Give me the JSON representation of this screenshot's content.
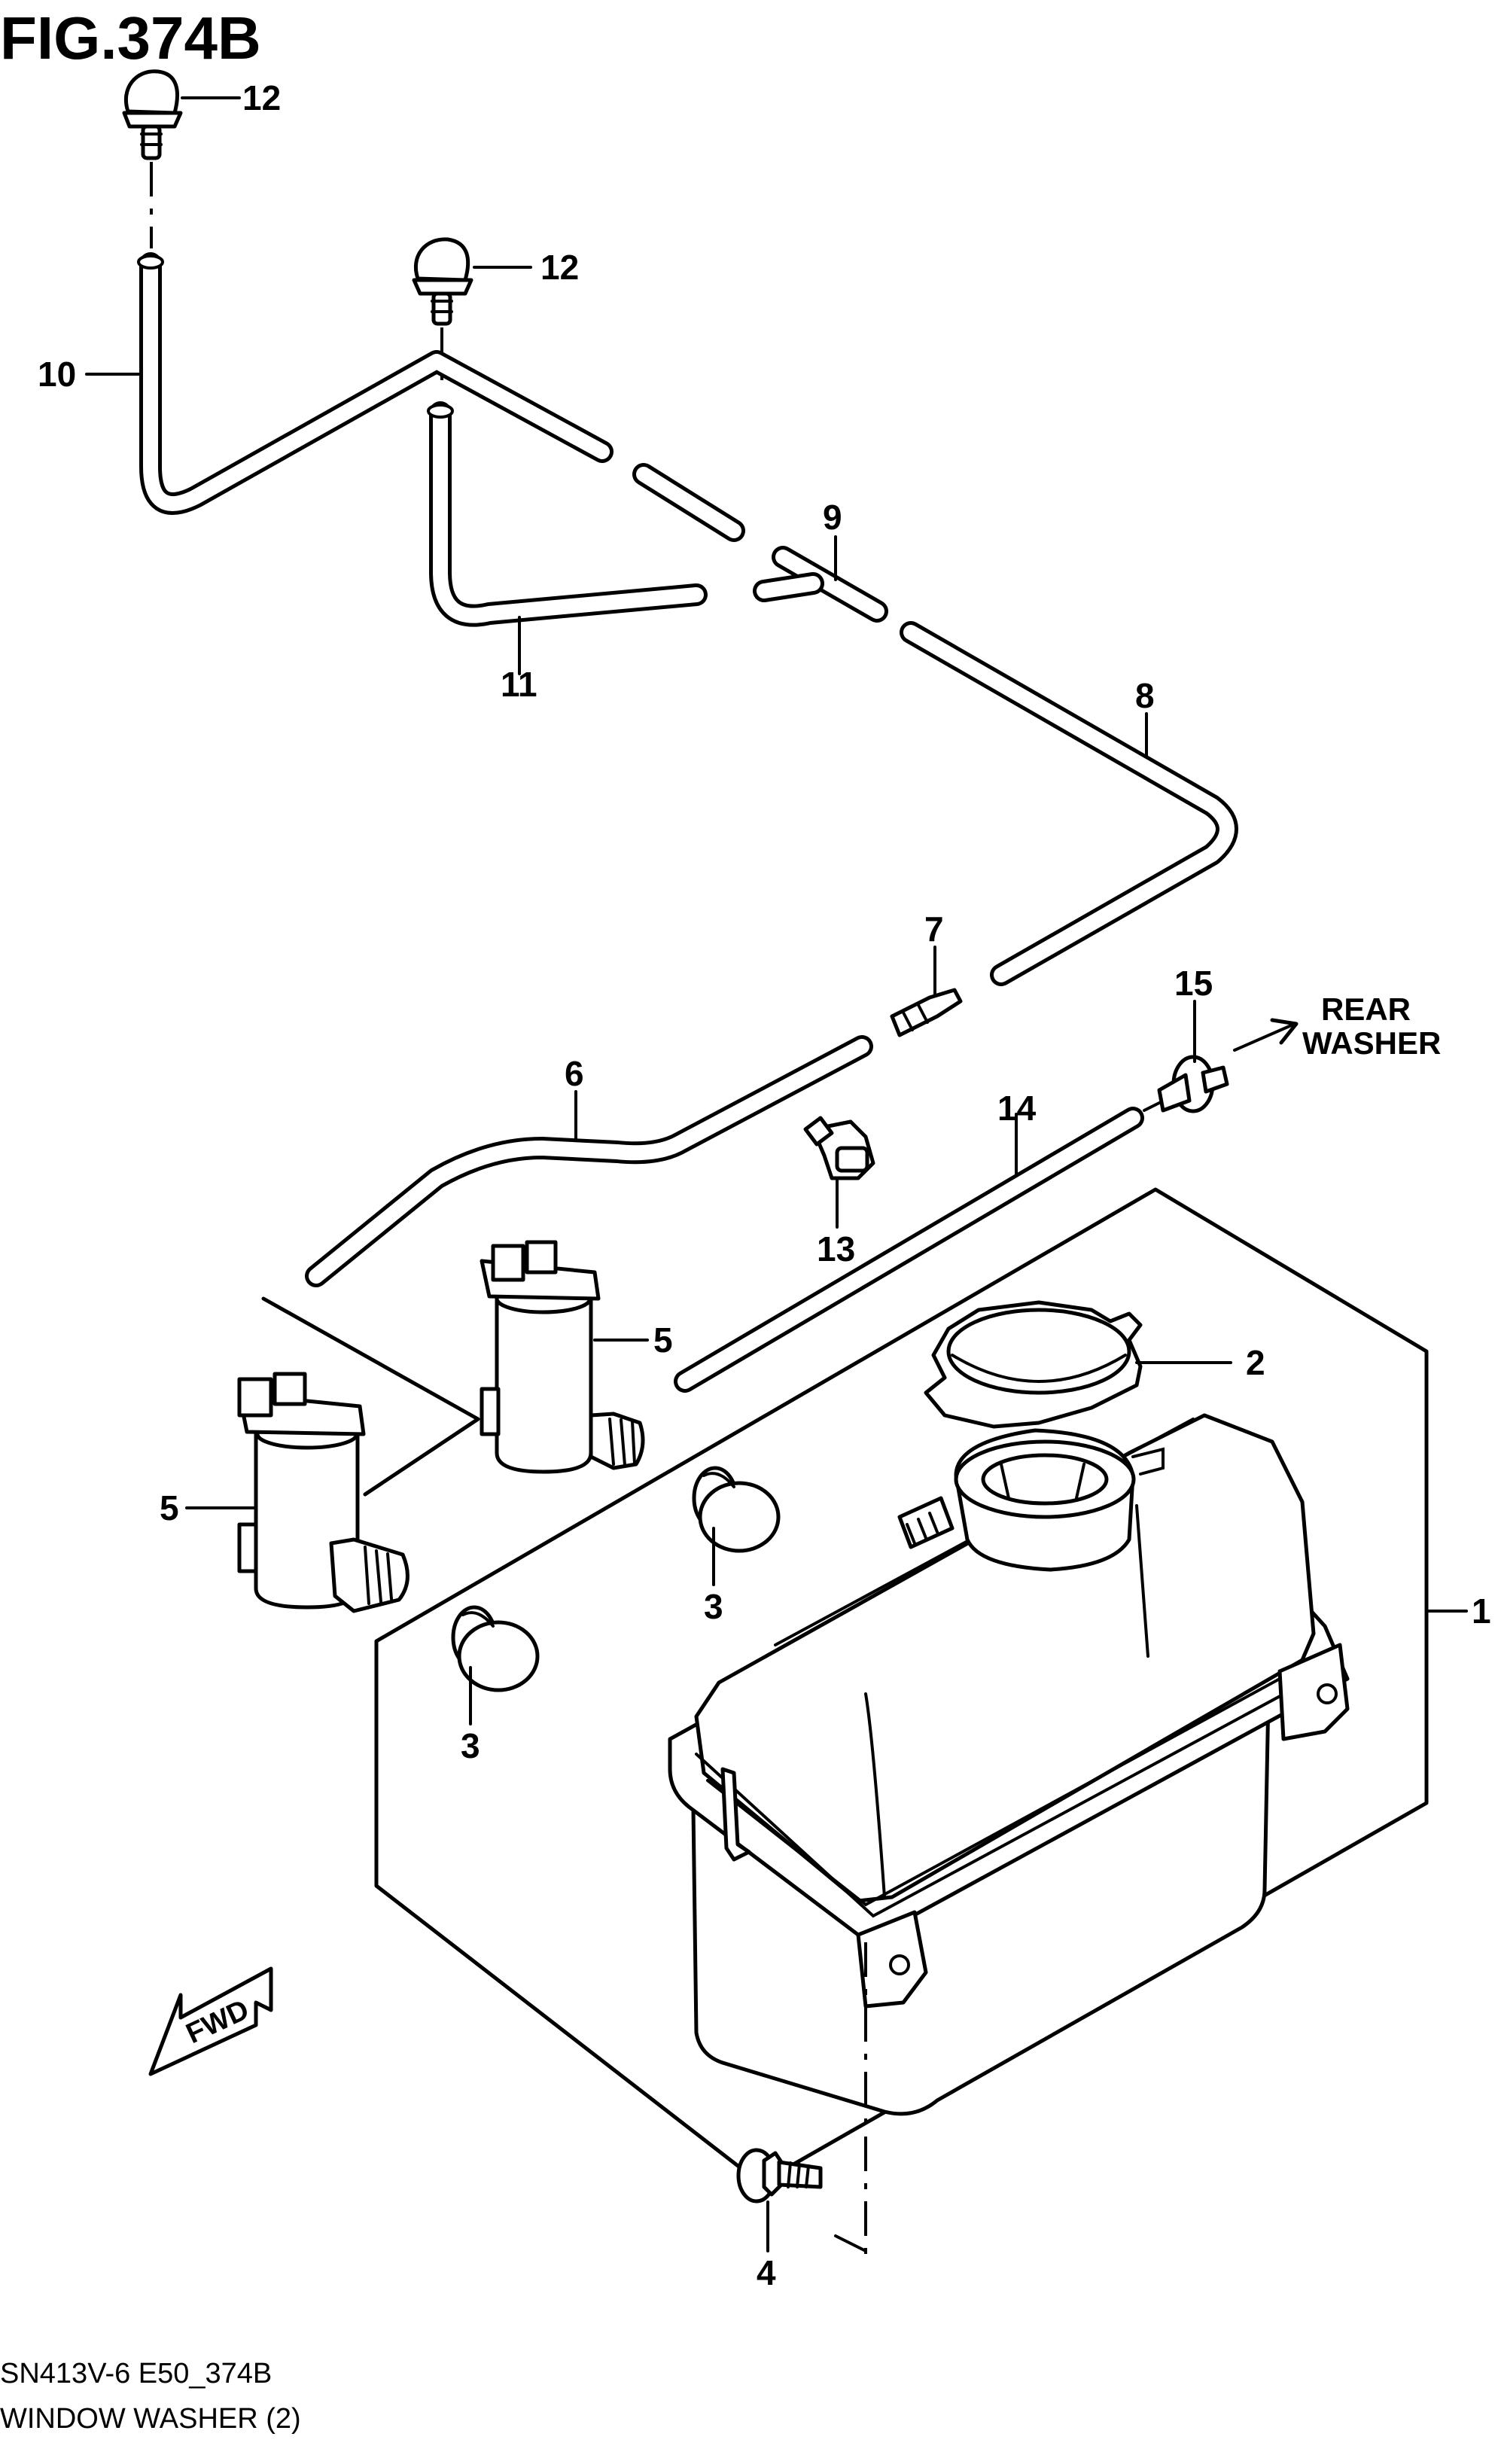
{
  "figure": {
    "title": "FIG.374B",
    "model_code": "SN413V-6 E50_374B",
    "section_name": "WINDOW WASHER (2)"
  },
  "direction_note": {
    "line1": "REAR",
    "line2": "WASHER"
  },
  "fwd_arrow_label": "FWD",
  "callouts": {
    "c1": "1",
    "c2": "2",
    "c3a": "3",
    "c3b": "3",
    "c4": "4",
    "c5a": "5",
    "c5b": "5",
    "c6": "6",
    "c7": "7",
    "c8": "8",
    "c9": "9",
    "c10": "10",
    "c11": "11",
    "c12a": "12",
    "c12b": "12",
    "c13": "13",
    "c14": "14",
    "c15": "15"
  }
}
